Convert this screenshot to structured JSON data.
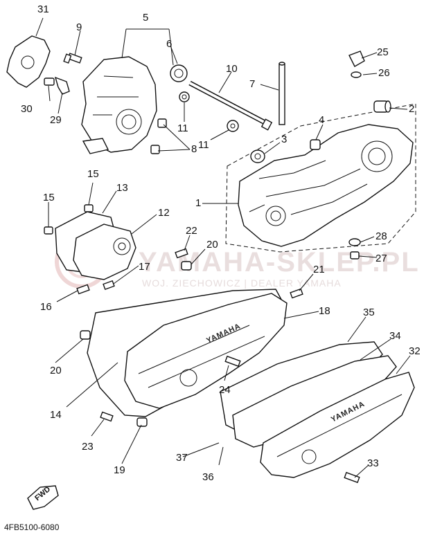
{
  "diagram": {
    "catalog_code": "4FB5100-6080",
    "watermark": {
      "main": "YAMAHA-SKLEP.PL",
      "sub": "WOJ. ZIECHOWICZ | DEALER YAMAHA"
    },
    "cover_brand": "YAMAHA",
    "direction_badge": "FWD",
    "callouts": [
      "31",
      "9",
      "5",
      "6",
      "10",
      "7",
      "25",
      "26",
      "2",
      "30",
      "29",
      "4",
      "3",
      "11",
      "11",
      "8",
      "1",
      "15",
      "13",
      "15",
      "12",
      "22",
      "20",
      "28",
      "27",
      "17",
      "21",
      "16",
      "18",
      "35",
      "20",
      "34",
      "32",
      "14",
      "24",
      "23",
      "19",
      "37",
      "33",
      "36"
    ]
  }
}
